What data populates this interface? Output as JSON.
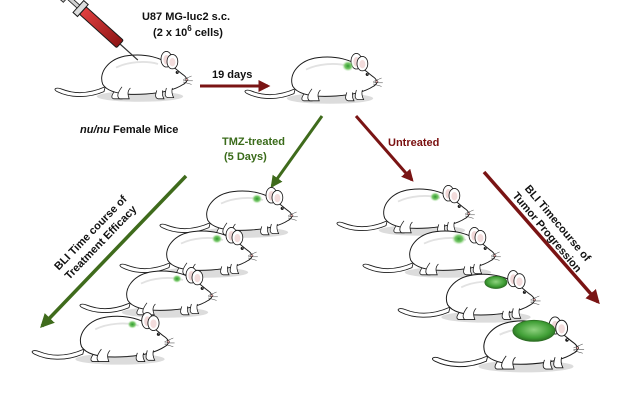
{
  "labels": {
    "cells_line1": "U87 MG-luc2 s.c.",
    "cells_line2_prefix": "(2 x 10",
    "cells_line2_exp": "6",
    "cells_line2_suffix": " cells)",
    "mice_strain": "nu/nu",
    "mice_desc": " Female Mice",
    "days": "19 days",
    "treated_line1": "TMZ-treated",
    "treated_line2": "(5 Days)",
    "untreated": "Untreated",
    "efficacy_line1": "BLI Time course of",
    "efficacy_line2": "Treatment Efficacy",
    "progression_line1": "BLI Timecourse of",
    "progression_line2": "Tumor Progression"
  },
  "colors": {
    "red_arrow": "#7a1414",
    "green_arrow": "#3f6b1c",
    "syringe": "#b32222",
    "tumor": "#46b040",
    "tumor_dark": "#2e7d2a",
    "mouse_fill": "#ffffff",
    "mouse_stroke": "#1a1a1a",
    "shadow": "#d9d9d9"
  },
  "icons": {
    "syringe": "syringe-icon",
    "mouse": "mouse-icon"
  },
  "treated_tumor_sizes": [
    "small",
    "small",
    "small",
    "small"
  ],
  "untreated_tumor_sizes": [
    "small",
    "medium",
    "large",
    "xlarge"
  ]
}
